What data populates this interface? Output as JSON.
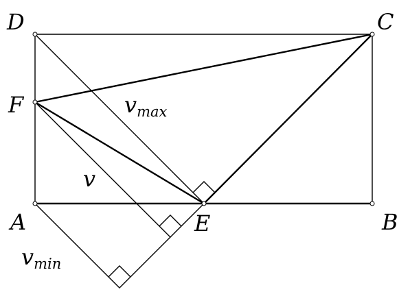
{
  "points": {
    "A": "A",
    "B": "B",
    "C": "C",
    "D": "D",
    "E": "E",
    "F": "F"
  },
  "segments": {
    "v_symbol": "v",
    "v_max_symbol": "v",
    "v_max_subscript": "max",
    "v_min_symbol": "v",
    "v_min_subscript": "min"
  }
}
